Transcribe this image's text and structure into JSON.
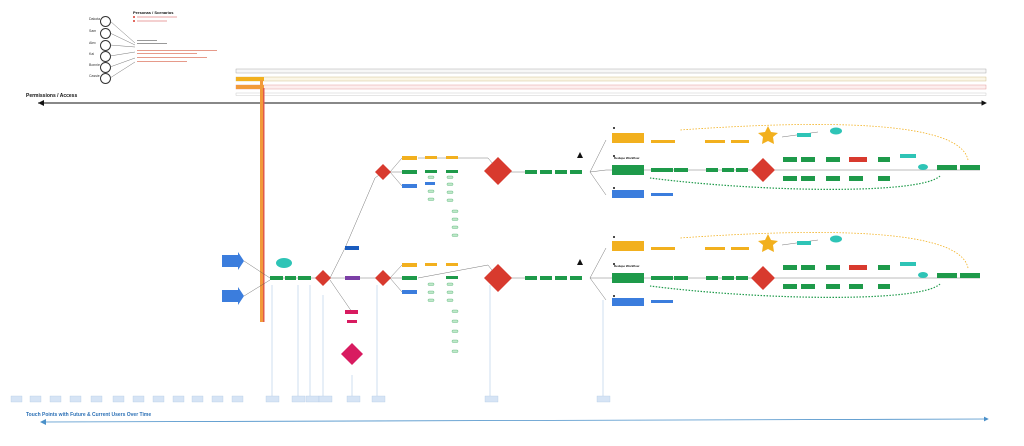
{
  "personas": {
    "title": "Personas / Scenarios",
    "names": [
      "Dakota",
      "Sam",
      "Alex",
      "Kai",
      "Bonnie",
      "Cassie"
    ]
  },
  "sections": {
    "permissions_label": "Permissions / Access",
    "touchpoints_label": "Touch Points with Future & Current Users Over Time"
  },
  "workflows": {
    "upper_title": "Dedupe Workflow",
    "lower_title": "Dedupe Workflow"
  },
  "colors": {
    "green": "#1e9a4a",
    "red": "#d83a2e",
    "yellow": "#f2b01e",
    "blue": "#3b7ddd",
    "teal": "#2ec4b6",
    "purple": "#7b3fa6",
    "magenta": "#d81b60",
    "orange_bar": "#f29a3a",
    "touch_line": "#4a90c9"
  }
}
